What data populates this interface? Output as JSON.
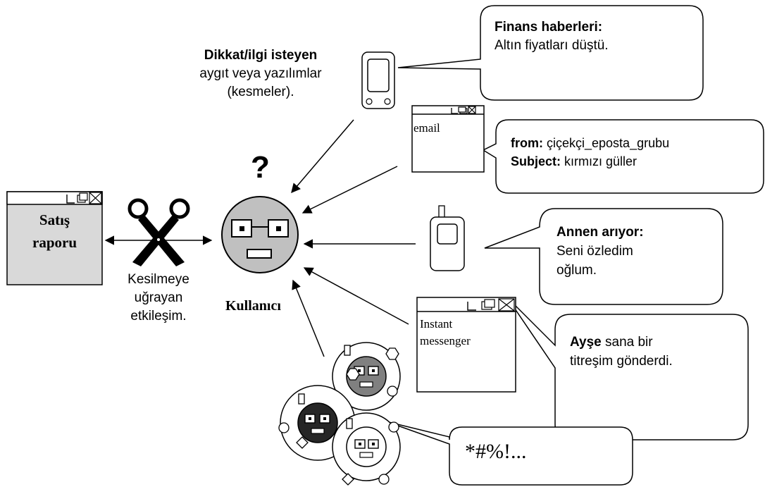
{
  "colors": {
    "window_fill": "#d9d9d9",
    "face_light": "#c0c0c0",
    "face_mid": "#808080",
    "face_dark": "#262626",
    "stroke": "#000000"
  },
  "interruptions_heading": {
    "bold": "Dikkat/ilgi isteyen",
    "line2": "aygıt veya yazılımlar",
    "line3": "(kesmeler)."
  },
  "finance": {
    "title": "Finans haberleri:",
    "text": "Altın fiyatları düştü."
  },
  "email": {
    "window_label": "email",
    "from_label": "from:",
    "from_value": " çiçekçi_eposta_grubu",
    "subject_label": "Subject:",
    "subject_value": " kırmızı  güller"
  },
  "phone_call": {
    "title": "Annen arıyor:",
    "line1": "Seni özledim",
    "line2": "oğlum."
  },
  "messenger": {
    "window_line1": "Instant",
    "window_line2": "messenger",
    "name": "Ayşe",
    "rest1": " sana bir",
    "line2": "titreşim gönderdi."
  },
  "curse": {
    "text": "*#%!..."
  },
  "sales_window": {
    "line1": "Satış",
    "line2": "raporu"
  },
  "interrupted": {
    "line1": "Kesilmeye",
    "line2": "uğrayan",
    "line3": "etkileşim."
  },
  "user": {
    "question": "?",
    "label": "Kullanıcı"
  },
  "icons": [
    "pda-icon",
    "mobile-phone-icon",
    "scissors-icon",
    "user-face-icon",
    "group-icon",
    "window-controls-icon"
  ]
}
